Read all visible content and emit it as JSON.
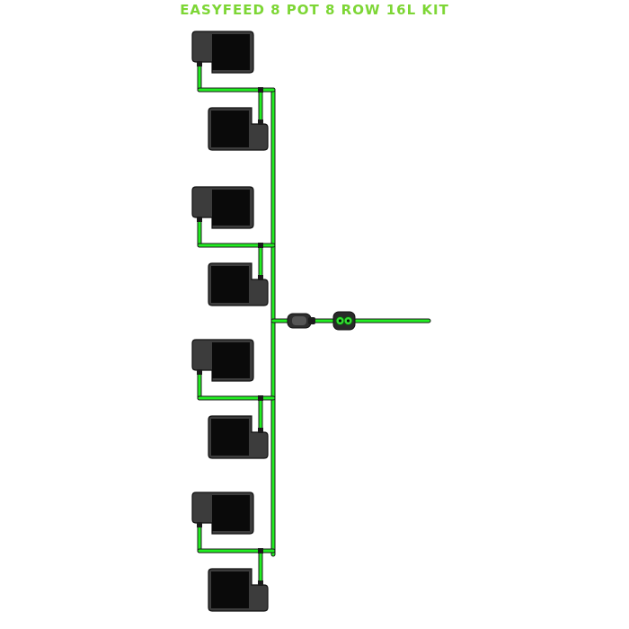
{
  "title": "EASYFEED 8 POT 8 ROW 16L KIT",
  "colors": {
    "title": "#7dd635",
    "pipe": "#22ee22",
    "pipe_outline": "#1a1a1a",
    "pot_body": "#3c3c3c",
    "pot_top": "#0a0a0a",
    "valve_body": "#2e2e2e",
    "valve_accent": "#33dd33"
  },
  "pots": [
    {
      "id": 1,
      "side": "left"
    },
    {
      "id": 2,
      "side": "right"
    },
    {
      "id": 3,
      "side": "left"
    },
    {
      "id": 4,
      "side": "right"
    },
    {
      "id": 5,
      "side": "left"
    },
    {
      "id": 6,
      "side": "right"
    },
    {
      "id": 7,
      "side": "left"
    },
    {
      "id": 8,
      "side": "right"
    }
  ],
  "components": [
    {
      "name": "shut-off-valve",
      "icon": "valve-icon"
    },
    {
      "name": "filter-connector",
      "icon": "filter-icon"
    },
    {
      "name": "supply-line",
      "icon": "pipe-icon"
    }
  ]
}
